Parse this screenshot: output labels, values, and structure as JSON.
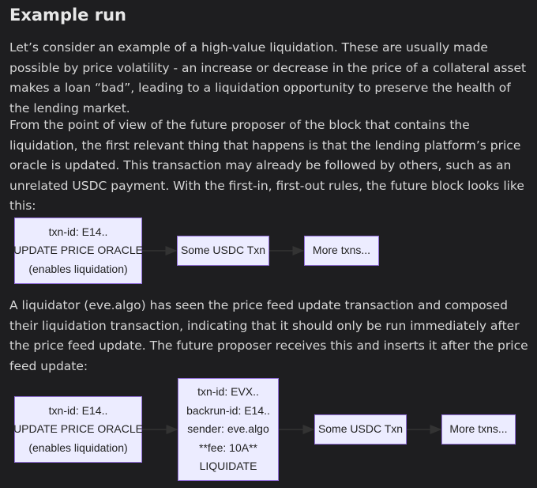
{
  "title": "Example run",
  "paragraphs": {
    "p1": "Let’s consider an example of a high-value liquidation. These are usually made possible by price volatility - an increase or decrease in the price of a collateral asset makes a loan “bad”, leading to a liquidation opportunity to preserve the health of the lending market.",
    "p2": "From the point of view of the future proposer of the block that contains the liquidation, the first relevant thing that happens is that the lending platform’s price oracle is updated. This transaction may already be followed by others, such as an unrelated USDC payment. With the first-in, first-out rules, the future block looks like this:",
    "p3": "A liquidator (eve.algo) has seen the price feed update transaction and composed their liquidation transaction, indicating that it should only be run immediately after the price feed update. The future proposer receives this and inserts it after the price feed update:"
  },
  "diagram1": {
    "oracle": [
      "txn-id: E14..",
      "UPDATE PRICE ORACLE",
      "(enables liquidation)"
    ],
    "usdc": "Some USDC Txn",
    "more": "More txns..."
  },
  "diagram2": {
    "oracle": [
      "txn-id: E14..",
      "UPDATE PRICE ORACLE",
      "(enables liquidation)"
    ],
    "liquidate": [
      "txn-id: EVX..",
      "backrun-id: E14..",
      "sender: eve.algo",
      "**fee: 10A**",
      "LIQUIDATE"
    ],
    "usdc": "Some USDC Txn",
    "more": "More txns..."
  },
  "colors": {
    "background": "#1e1e20",
    "node_fill": "#ececff",
    "node_border": "#9370db",
    "edge": "#333333"
  }
}
